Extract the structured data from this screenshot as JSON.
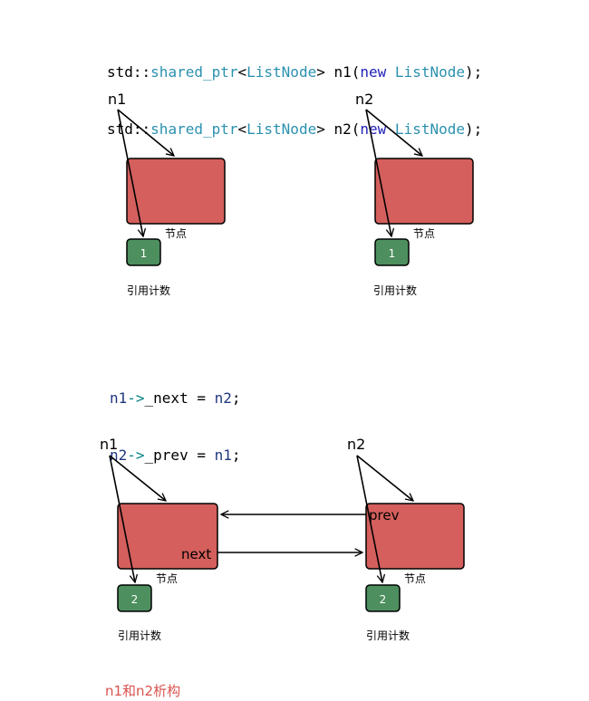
{
  "code_top": {
    "line1": {
      "ns": "std::",
      "tmpl": "shared_ptr",
      "lt": "<",
      "type": "ListNode",
      "gt": ">",
      "var": " n1(",
      "kw": "new",
      "sp": " ",
      "type2": "ListNode",
      "end": ");"
    },
    "line2": {
      "ns": "std::",
      "tmpl": "shared_ptr",
      "lt": "<",
      "type": "ListNode",
      "gt": ">",
      "var": " n2(",
      "kw": "new",
      "sp": " ",
      "type2": "ListNode",
      "end": ");"
    }
  },
  "code_mid": {
    "line1": {
      "a": "n1",
      "arrow": "->",
      "field": "_next",
      "eq": " = ",
      "b": "n2",
      "end": ";"
    },
    "line2": {
      "a": "n2",
      "arrow": "->",
      "field": "_prev",
      "eq": " = ",
      "b": "n1",
      "end": ";"
    }
  },
  "diagram_top": {
    "left": {
      "pointer": "n1",
      "node_label": "节点",
      "count": "1",
      "count_label": "引用计数"
    },
    "right": {
      "pointer": "n2",
      "node_label": "节点",
      "count": "1",
      "count_label": "引用计数"
    }
  },
  "diagram_bottom": {
    "left": {
      "pointer": "n1",
      "node_label": "节点",
      "count": "2",
      "count_label": "引用计数",
      "field": "next"
    },
    "right": {
      "pointer": "n2",
      "node_label": "节点",
      "count": "2",
      "count_label": "引用计数",
      "field": "prev"
    }
  },
  "caption": "n1和n2析构",
  "colors": {
    "node": "#d45f5c",
    "count_box": "#4d8f5e",
    "caption": "#d9534f"
  }
}
